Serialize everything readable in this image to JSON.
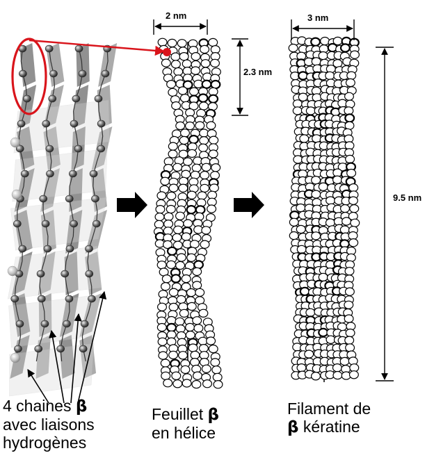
{
  "dimensions": {
    "sheet_width": "2 nm",
    "sheet_pitch": "2.3 nm",
    "filament_width": "3 nm",
    "filament_length": "9.5 nm"
  },
  "labels": {
    "chains": {
      "line1_text": "4 chaines ",
      "line1_beta": "β",
      "line2": "avec liaisons",
      "line3": "hydrogènes"
    },
    "sheet": {
      "line1_text": "Feuillet ",
      "line1_beta": "β",
      "line2": "en hélice"
    },
    "filament": {
      "line1": "Filament de",
      "line2_beta": "β",
      "line2_text": " kératine"
    }
  },
  "colors": {
    "highlight": "#d9141b",
    "ribbon": "#8f8f8f",
    "ribbon_light": "#cfcfcf",
    "atom": "#555555",
    "outline": "#000000"
  }
}
